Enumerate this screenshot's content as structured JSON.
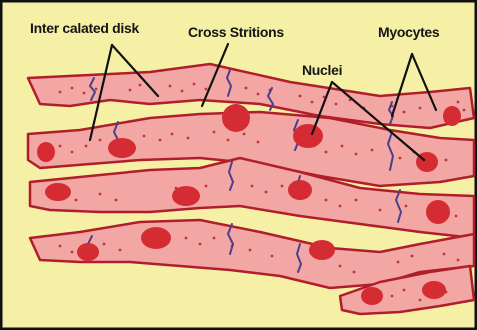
{
  "labels": {
    "intercalated_disk": "Inter calated disk",
    "cross_striations": "Cross Stritions",
    "nuclei": "Nuclei",
    "myocytes": "Myocytes"
  },
  "colors": {
    "background": "#F6F0A6",
    "fiber_fill": "#F2A7A5",
    "fiber_outline": "#B01E2A",
    "nucleus": "#D52C33",
    "intercalated_disk": "#4B3F8C",
    "leader_line": "#111111",
    "frame": "#111111"
  }
}
